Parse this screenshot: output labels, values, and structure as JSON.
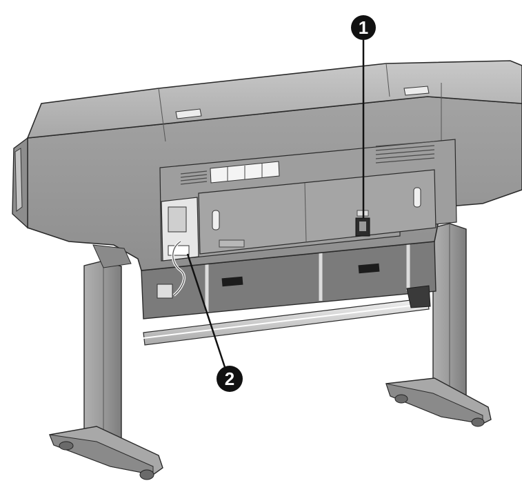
{
  "callouts": [
    {
      "id": "1",
      "label": "1"
    },
    {
      "id": "2",
      "label": "2"
    }
  ],
  "printer": {
    "body_color": "#9a9a9a",
    "light_color": "#bdbdbd",
    "dark_color": "#6b6b6b",
    "line_color": "#2a2a2a",
    "callout_color": "#111111"
  }
}
